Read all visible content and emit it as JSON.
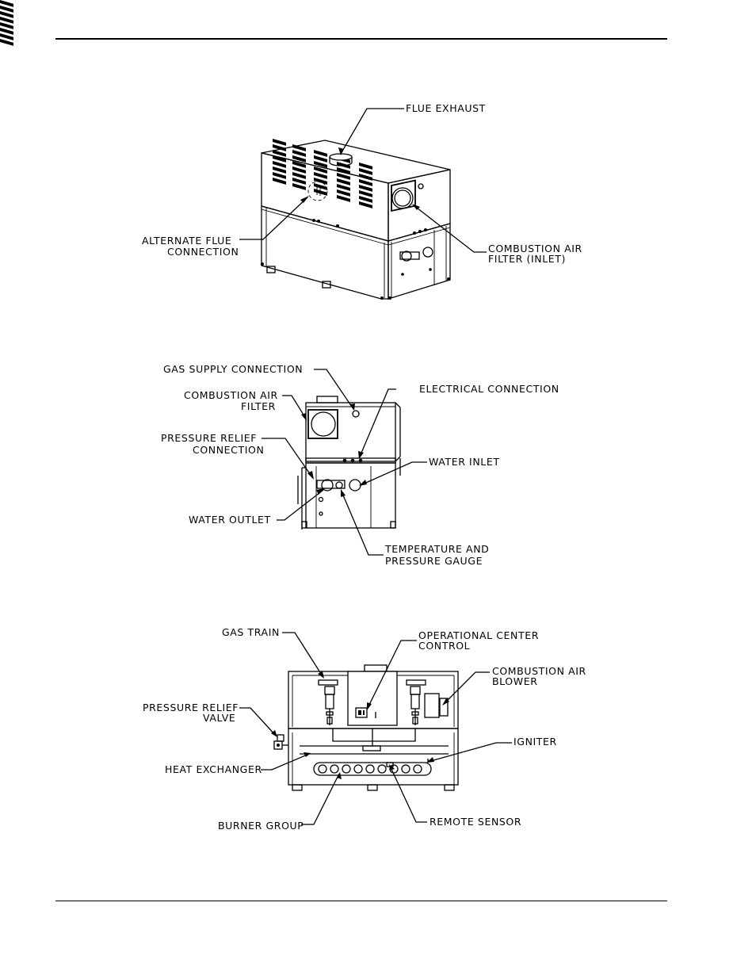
{
  "figure1": {
    "labels": {
      "flue_exhaust": "FLUE EXHAUST",
      "alternate_flue_1": "ALTERNATE FLUE",
      "alternate_flue_2": "CONNECTION",
      "combustion_air_inlet_1": "COMBUSTION AIR",
      "combustion_air_inlet_2": "FILTER (INLET)"
    }
  },
  "figure2": {
    "labels": {
      "gas_supply": "GAS SUPPLY CONNECTION",
      "combustion_air_filter_1": "COMBUSTION AIR",
      "combustion_air_filter_2": "FILTER",
      "electrical_connection": "ELECTRICAL CONNECTION",
      "pressure_relief_conn_1": "PRESSURE RELIEF",
      "pressure_relief_conn_2": "CONNECTION",
      "water_inlet": "WATER INLET",
      "water_outlet": "WATER OUTLET",
      "temp_pressure_gauge_1": "TEMPERATURE AND",
      "temp_pressure_gauge_2": "PRESSURE GAUGE"
    }
  },
  "figure3": {
    "labels": {
      "gas_train": "GAS TRAIN",
      "operational_center_1": "OPERATIONAL CENTER",
      "operational_center_2": "CONTROL",
      "combustion_air_blower_1": "COMBUSTION AIR",
      "combustion_air_blower_2": "BLOWER",
      "pressure_relief_valve_1": "PRESSURE RELIEF",
      "pressure_relief_valve_2": "VALVE",
      "igniter": "IGNITER",
      "heat_exchanger": "HEAT EXCHANGER",
      "burner_group": "BURNER GROUP",
      "remote_sensor": "REMOTE SENSOR"
    }
  }
}
